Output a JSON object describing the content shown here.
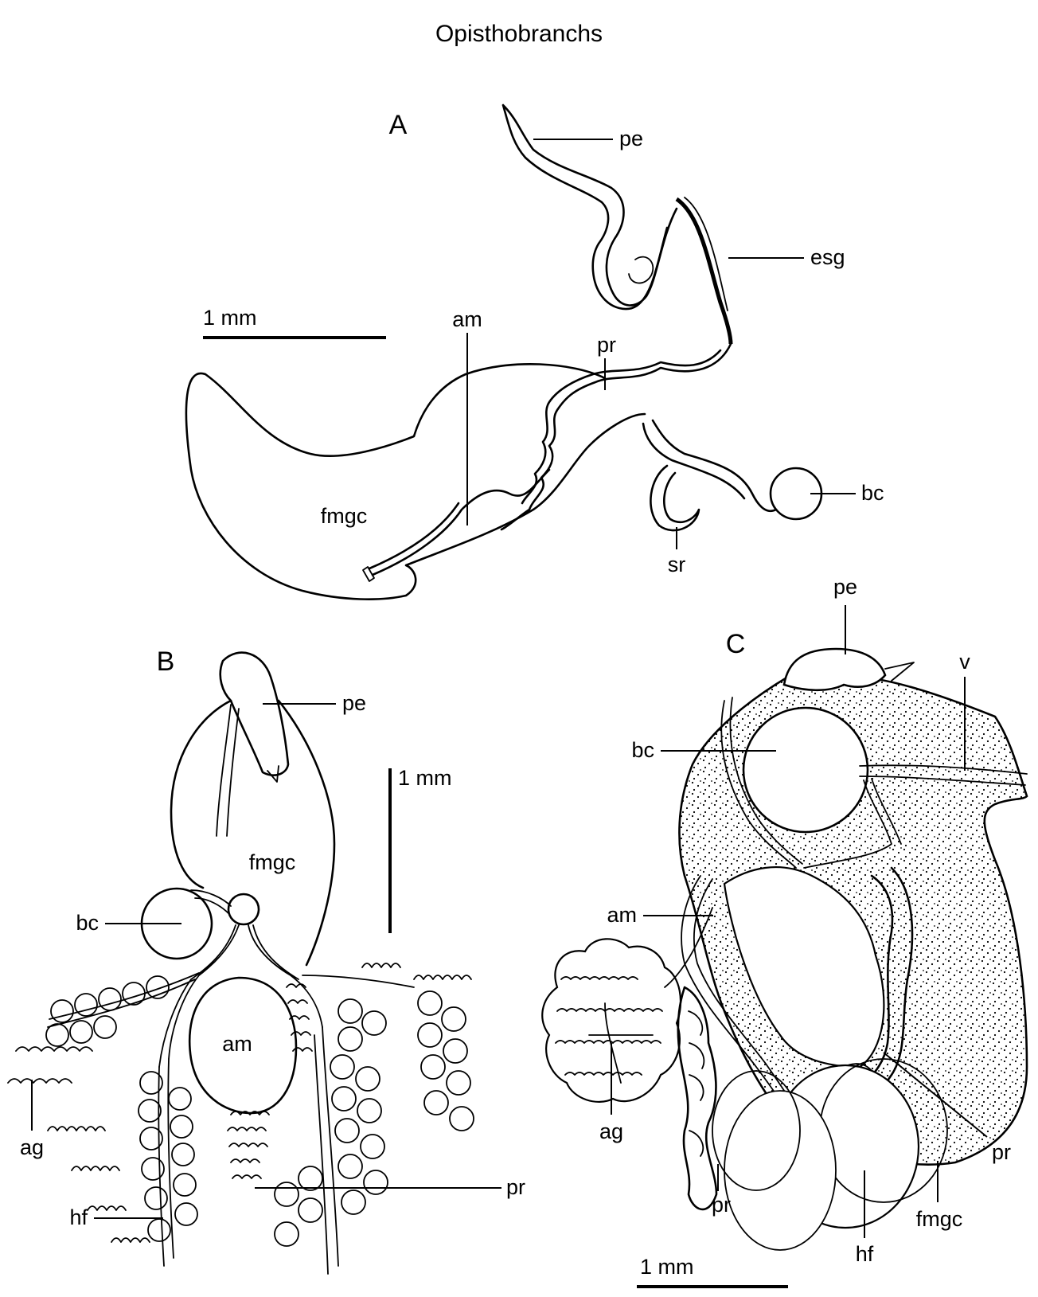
{
  "page_title": "Opisthobranchs",
  "panels": {
    "A": {
      "letter": "A",
      "scale_bar": "1 mm",
      "labels": {
        "pe": "pe",
        "esg": "esg",
        "am": "am",
        "pr": "pr",
        "fmgc": "fmgc",
        "bc": "bc",
        "sr": "sr"
      }
    },
    "B": {
      "letter": "B",
      "scale_bar": "1 mm",
      "labels": {
        "pe": "pe",
        "fmgc": "fmgc",
        "bc": "bc",
        "am": "am",
        "ag": "ag",
        "pr": "pr",
        "hf": "hf"
      }
    },
    "C": {
      "letter": "C",
      "scale_bar": "1 mm",
      "labels": {
        "pe": "pe",
        "v": "v",
        "bc": "bc",
        "am": "am",
        "ag": "ag",
        "pr_left": "pr",
        "pr_right": "pr",
        "hf": "hf",
        "fmgc": "fmgc"
      }
    }
  }
}
